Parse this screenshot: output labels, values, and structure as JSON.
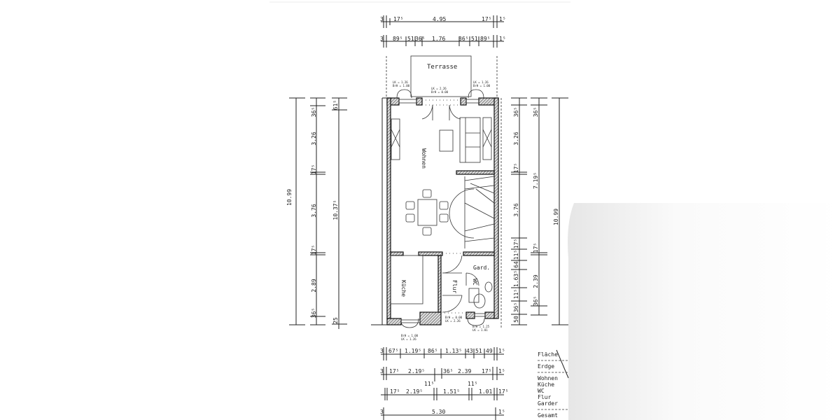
{
  "plan": {
    "rooms": {
      "wohnen": "Wohnen",
      "kueche": "Küche",
      "flur": "Flur",
      "wc": "WC",
      "gard": "Gard.",
      "terrasse": "Terrasse"
    },
    "windows": {
      "top_left": [
        "LK = 1.26",
        "BrH = 1.00"
      ],
      "top_center": [
        "LK = 2.26",
        "BrH = 0.00"
      ],
      "top_right": [
        "LK = 1.26",
        "BrH = 1.00"
      ],
      "bottom_left": [
        "BrH = 1.00",
        "LK = 1.26"
      ],
      "bottom_center": [
        "BrH = 0.00",
        "LK = 2.26"
      ],
      "bottom_right": [
        "BrH = 1.25",
        "LK = 1.01"
      ]
    },
    "dims_top_1": [
      "3",
      "17⁵",
      "4.95",
      "17⁵",
      "1⁵"
    ],
    "dims_top_2": [
      "3",
      "89⁵",
      "51",
      "36⁵",
      "1.76",
      "36⁵",
      "51",
      "89⁵",
      "1⁵"
    ],
    "dims_left_total": "10.99",
    "dims_left_2": [
      "36⁵",
      "3.26",
      "17⁵",
      "3.76",
      "17⁵",
      "2.89",
      "36⁵"
    ],
    "dims_left_3": [
      "61⁵",
      "10.37⁵",
      "25"
    ],
    "dims_right_1": [
      "36⁵",
      "3.26",
      "17⁵",
      "3.76",
      "17⁵",
      "11⁵",
      "64",
      "1.63⁵",
      "11⁵",
      "36⁵",
      "50"
    ],
    "dims_right_2": [
      "36⁵",
      "7.19⁵",
      "17⁵",
      "2.39",
      "36⁵"
    ],
    "dims_right_total": "10.99",
    "dims_bottom_1": [
      "3",
      "67⁵",
      "1.19⁵",
      "86⁵",
      "1.13⁵",
      "43",
      "51",
      "49",
      "1⁵"
    ],
    "dims_bottom_2": [
      "3",
      "17⁵",
      "2.19⁵",
      "36⁵",
      "2.39",
      "17⁵",
      "1⁵"
    ],
    "dims_bottom_3": [
      "11⁵",
      "11⁵",
      "17⁵",
      "2.19⁵",
      "1.51⁵",
      "1.01",
      "17⁵"
    ],
    "dims_bottom_4": [
      "3",
      "5.30",
      "1⁵"
    ]
  },
  "legend": {
    "title": "Fläche",
    "floor": "Erdge",
    "items": [
      "Wohnen",
      "Küche",
      "WC",
      "Flur",
      "Garder"
    ],
    "total": "Gesamt"
  }
}
